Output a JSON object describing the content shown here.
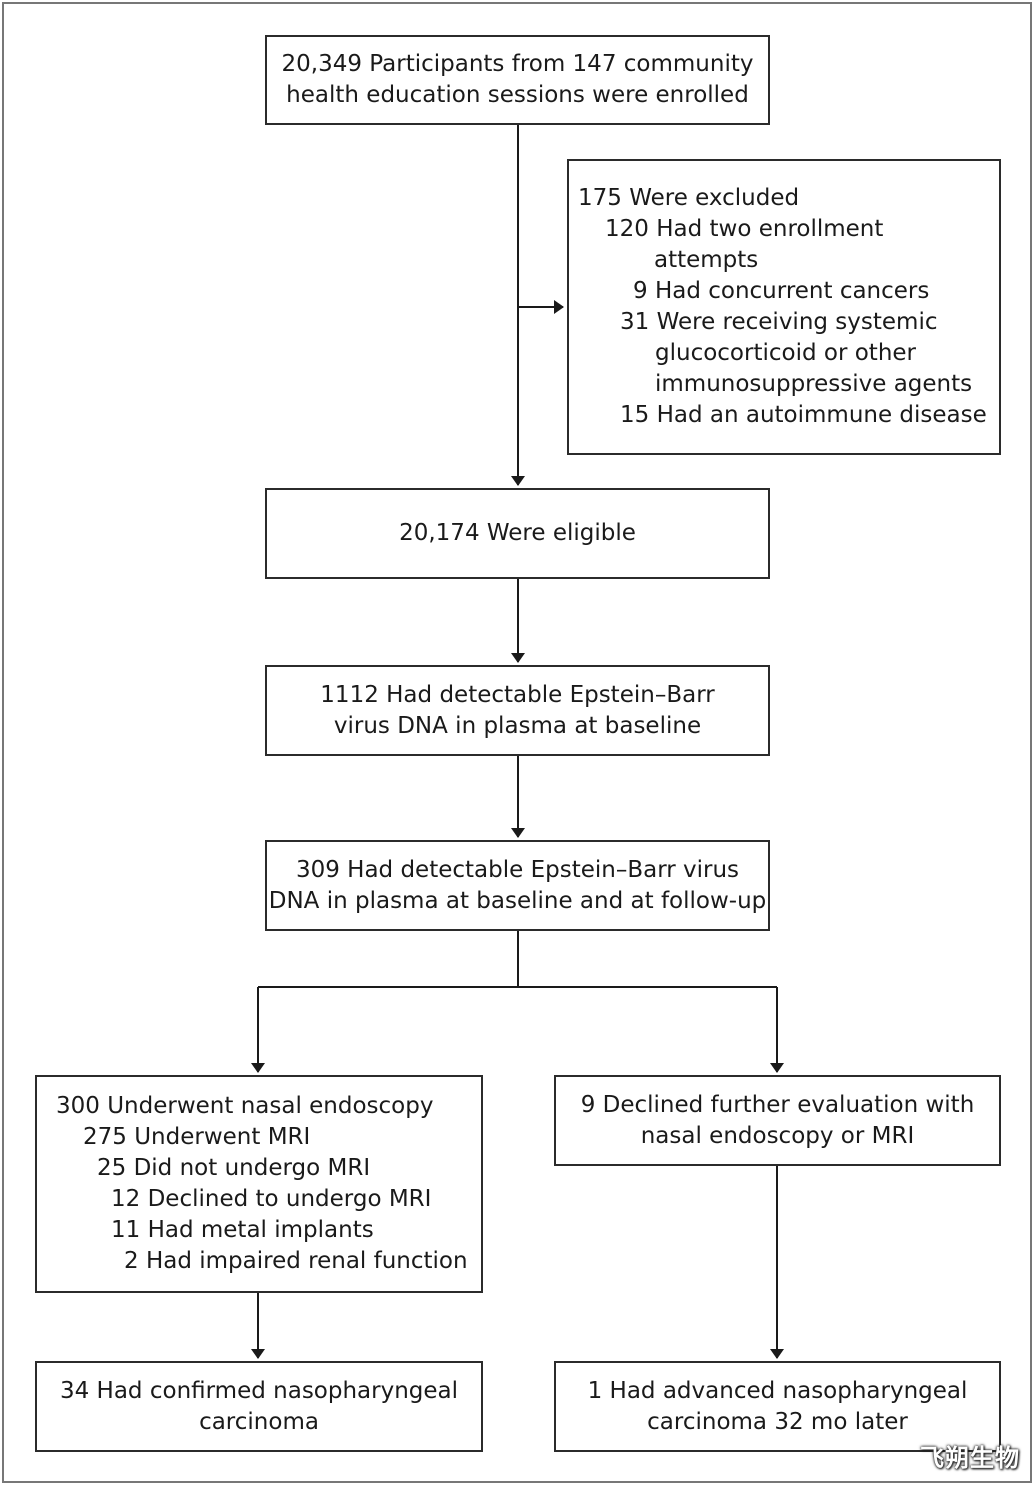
{
  "boxes": {
    "enrolled": "20,349 Participants from 147 community\nhealth education sessions were enrolled",
    "excluded": {
      "header": "175 Were excluded",
      "lines": [
        "120 Had two enrollment",
        "attempts",
        "9 Had concurrent cancers",
        "31 Were receiving systemic",
        "glucocorticoid or other",
        "immunosuppressive agents",
        "15 Had an autoimmune disease"
      ]
    },
    "eligible": "20,174 Were eligible",
    "detectable_baseline": "1112 Had detectable Epstein–Barr\nvirus DNA in plasma at baseline",
    "detectable_followup": "309 Had detectable Epstein–Barr virus\nDNA in plasma at baseline and at follow-up",
    "endoscopy": {
      "header": "300 Underwent nasal endoscopy",
      "lines": [
        "275 Underwent MRI",
        "25 Did not undergo MRI",
        "12 Declined to undergo MRI",
        "11 Had metal implants",
        "2 Had impaired renal function"
      ]
    },
    "declined": "9 Declined further evaluation with\nnasal endoscopy or MRI",
    "confirmed": "34 Had confirmed nasopharyngeal\ncarcinoma",
    "advanced": "1 Had advanced nasopharyngeal\ncarcinoma 32 mo later"
  },
  "watermark": "飞朔生物"
}
